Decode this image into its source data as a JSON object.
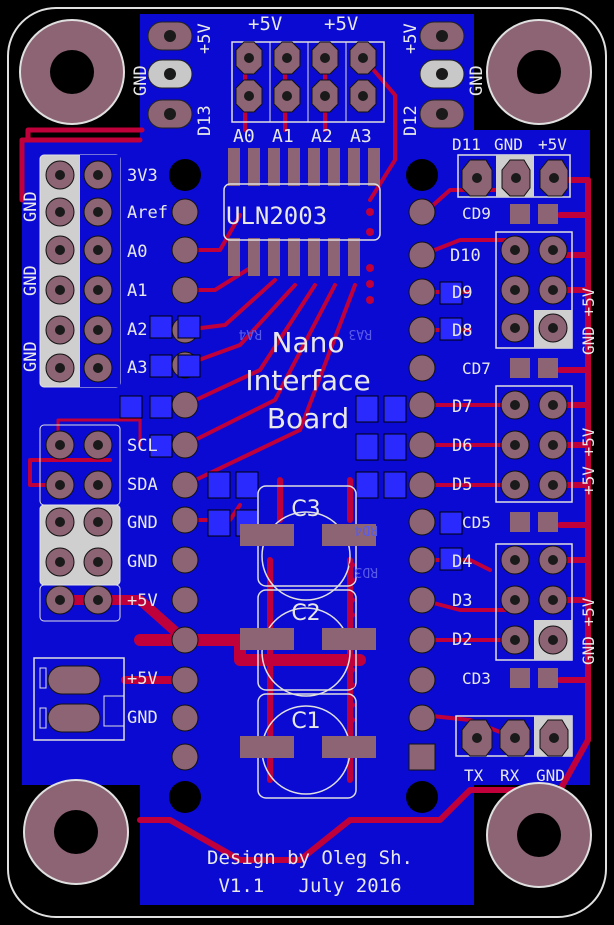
{
  "board": {
    "title_lines": [
      "Nano",
      "Interface",
      "Board"
    ],
    "ic_label": "ULN2003",
    "credit": "Design by Oleg Sh.",
    "version": "V1.1   July 2016",
    "colors": {
      "background": "#000000",
      "outline": "#e0e0e0",
      "copper_bottom": "#0a0ad2",
      "trace_top": "#c0003a",
      "pad_metal": "#8c6474",
      "silkscreen": "#e8e8e8",
      "smd_pad": "#2a2aff"
    }
  },
  "labels": {
    "top_5v_1": "+5V",
    "top_5v_2": "+5V",
    "left_top_5v": "+5V",
    "left_top_gnd": "GND",
    "left_top_d13": "D13",
    "right_top_5v": "+5V",
    "right_top_gnd": "GND",
    "right_top_d12": "D12",
    "a0": "A0",
    "a1": "A1",
    "a2": "A2",
    "a3": "A3",
    "gnd_side_1": "GND",
    "gnd_side_2": "GND",
    "gnd_side_3": "GND",
    "pin_3v3": "3V3",
    "pin_aref": "Aref",
    "pin_a0": "A0",
    "pin_a1": "A1",
    "pin_a2": "A2",
    "pin_a3": "A3",
    "pin_scl": "SCL",
    "pin_sda": "SDA",
    "pin_gnd1": "GND",
    "pin_gnd2": "GND",
    "pin_5v": "+5V",
    "pwr_5v": "+5V",
    "pwr_gnd": "GND",
    "d11": "D11",
    "d11_gnd": "GND",
    "d11_5v": "+5V",
    "cd9": "CD9",
    "d10": "D10",
    "d9": "D9",
    "d8": "D8",
    "cd7": "CD7",
    "d7": "D7",
    "d6": "D6",
    "d5": "D5",
    "cd5": "CD5",
    "d4": "D4",
    "d3": "D3",
    "d2": "D2",
    "cd3": "CD3",
    "tx": "TX",
    "rx": "RX",
    "ser_gnd": "GND",
    "side_r1": "GND +5V",
    "side_r2": "+5V +5V",
    "side_r3": "GND +5V",
    "c3": "C3",
    "c2": "C2",
    "c1": "C1",
    "mirror_ra4": "RA4",
    "mirror_ra3": "RA3",
    "mirror_rd4": "RD4",
    "mirror_rd3": "RD3"
  }
}
